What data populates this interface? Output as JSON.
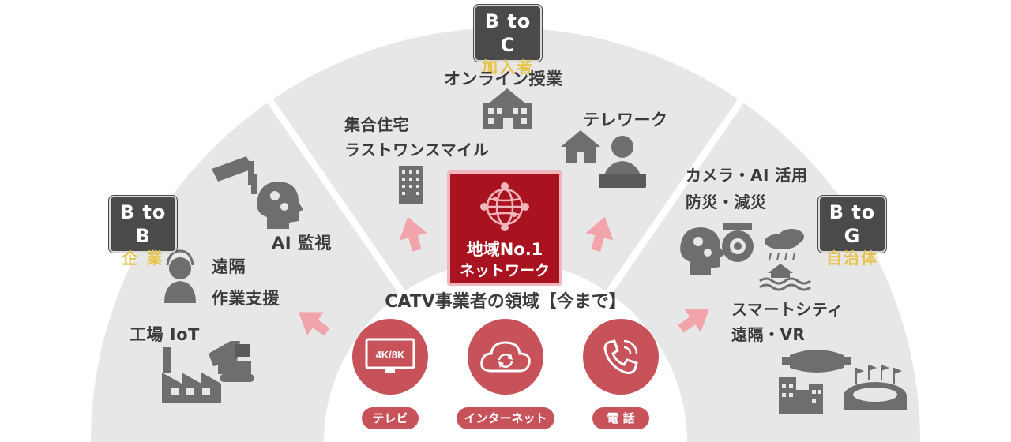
{
  "segments": {
    "btoc": {
      "badge_top": "B to C",
      "badge_sub": "加入者",
      "labels": [
        "オンライン授業",
        "集合住宅",
        "ラストワンスマイル",
        "テレワーク"
      ],
      "icons": [
        "school-icon",
        "apartment-building-icon",
        "house-icon",
        "remote-worker-icon"
      ]
    },
    "btob": {
      "badge_top": "B to B",
      "badge_sub": "企 業",
      "labels": [
        "AI 監視",
        "遠隔",
        "作業支援",
        "工場 IoT"
      ],
      "icons": [
        "security-camera-icon",
        "ai-head-icon",
        "operator-headset-icon",
        "factory-icon",
        "excavator-icon"
      ]
    },
    "btog": {
      "badge_top": "B to G",
      "badge_sub": "自治体",
      "labels": [
        "カメラ・AI 活用",
        "防災・減災",
        "スマートシティ",
        "遠隔・VR"
      ],
      "icons": [
        "ai-head-icon",
        "camera-icon",
        "flood-icon",
        "vr-goggles-icon",
        "stadium-icon",
        "city-buildings-icon"
      ]
    }
  },
  "core": {
    "line1": "地域No.1",
    "line2": "ネットワーク",
    "icon": "network-globe-icon"
  },
  "headline": "CATV事業者の領域【今まで】",
  "services": [
    {
      "label": "テレビ",
      "icon": "tv-icon",
      "screen_text": "4K/8K"
    },
    {
      "label": "インターネット",
      "icon": "cloud-sync-icon"
    },
    {
      "label": "電 話",
      "icon": "phone-icon"
    }
  ],
  "colors": {
    "fan_segment": "#e7e7e7",
    "icon_gray": "#6e6e6e",
    "core_red": "#a8131f",
    "service_red": "#c8525a",
    "arrow_pink": "#f2a4ab",
    "badge_dark": "#4a4a4a",
    "badge_gold": "#e6c34a"
  }
}
